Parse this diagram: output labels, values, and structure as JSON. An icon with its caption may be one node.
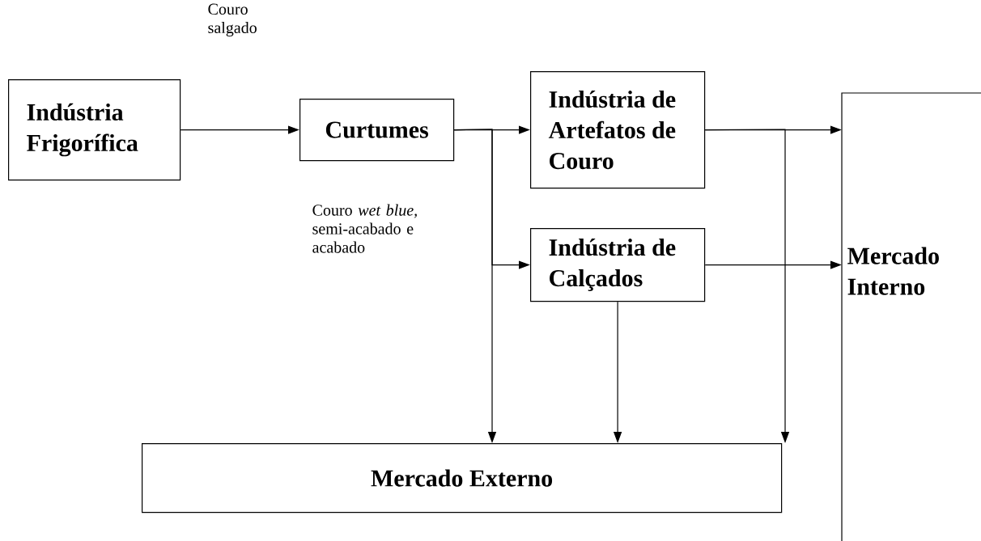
{
  "diagram": {
    "nodes": [
      {
        "text": [
          "Indústria Frigorífica"
        ]
      },
      {
        "text": [
          "Curtumes"
        ]
      },
      {
        "text": [
          "Indústria de Artefatos de Couro"
        ]
      },
      {
        "text": [
          "Indústria de Calçados"
        ]
      },
      {
        "text": [
          "Mercado Interno"
        ]
      },
      {
        "text": [
          "Mercado Externo"
        ]
      }
    ],
    "edges": [
      {
        "from": 0,
        "to": 1,
        "arrow": "to"
      },
      {
        "from": 1,
        "to": 2,
        "arrow": "to"
      },
      {
        "from": 1,
        "to": 3,
        "arrow": "to"
      },
      {
        "from": 1,
        "to": 5,
        "arrow": "to"
      },
      {
        "from": 2,
        "to": 4,
        "arrow": "to"
      },
      {
        "from": 2,
        "to": 5,
        "arrow": "to"
      },
      {
        "from": 3,
        "to": 4,
        "arrow": "to"
      },
      {
        "from": 3,
        "to": 5,
        "arrow": "to"
      }
    ],
    "labels": [
      "Couro salgado",
      "Couro *wet blue,* semi-acabado e acabado"
    ]
  }
}
